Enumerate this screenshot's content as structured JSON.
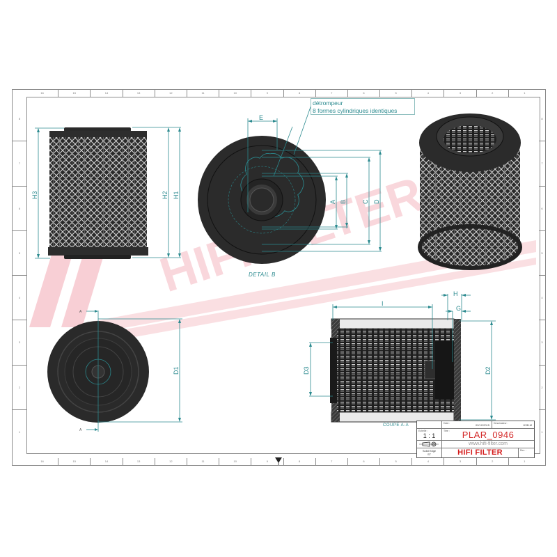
{
  "drawing": {
    "reference": "PLAR_0946",
    "brand": "HIFI FILTER",
    "website": "www.hifi-filter.com",
    "watermark": "HIFI FILTER",
    "scale": "1 : 1",
    "edge_type": "Solid Edge",
    "edge_sub": "ST",
    "date": "02/12/2015",
    "drawer": "HSB.M",
    "labels": {
      "date": "Date :",
      "drawn_by": "Dessinateur :",
      "scale": "Echelle :",
      "title": "Titre :",
      "rev": "Rev. :"
    }
  },
  "annotations": {
    "callout_line1": "détrompeur",
    "callout_line2": "8 formes cylindriques identiques",
    "detail_caption": "DETAIL B",
    "section_caption": "COUPE A-A",
    "section_mark": "A"
  },
  "dimensions": {
    "side_view": [
      "H3",
      "H2",
      "H1"
    ],
    "detail_view": [
      "E",
      "A",
      "B",
      "C",
      "D"
    ],
    "bottom_view": [
      "D1"
    ],
    "section_view": [
      "I",
      "H",
      "G",
      "D3",
      "D2"
    ]
  },
  "border_zones": {
    "columns": [
      "16",
      "15",
      "14",
      "13",
      "12",
      "11",
      "10",
      "9",
      "8",
      "7",
      "6",
      "5",
      "4",
      "3",
      "2",
      "1"
    ],
    "rows": [
      "8",
      "7",
      "6",
      "5",
      "4",
      "3",
      "2",
      "1"
    ]
  },
  "colors": {
    "dimension": "#2b8a8f",
    "brand_red": "#d41c1c",
    "watermark": "#f5c6cb",
    "part": "#2d2d2d"
  }
}
